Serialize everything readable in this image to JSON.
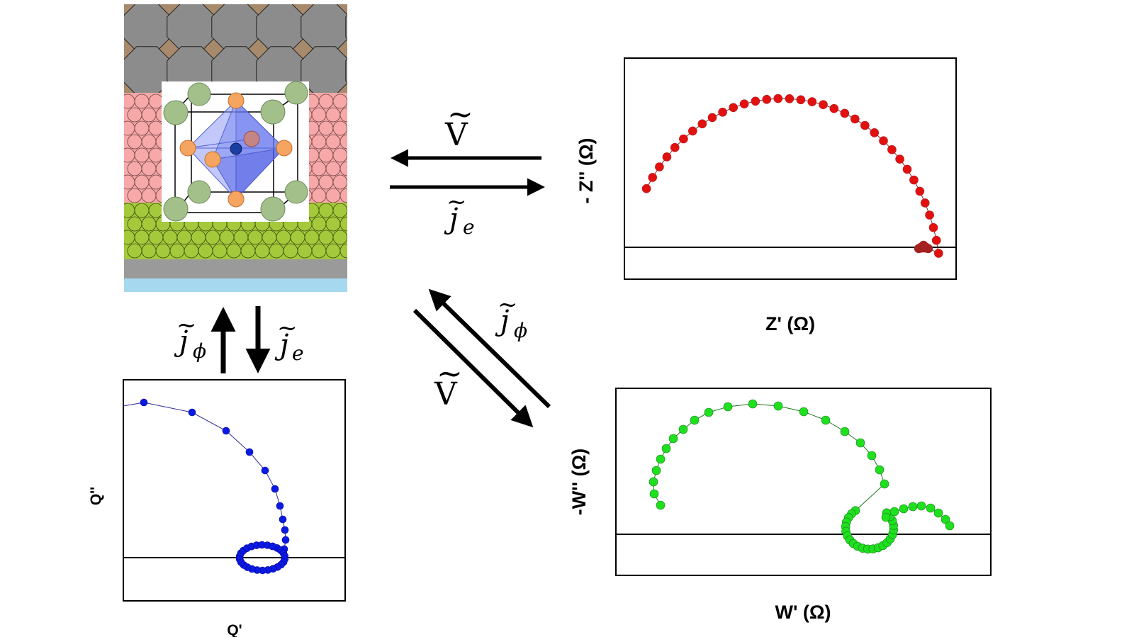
{
  "plots": {
    "z": {
      "xlabel": "Z' (Ω)",
      "ylabel": "- Z'' (Ω)",
      "color": "#e31010",
      "color_dark": "#a52020"
    },
    "w": {
      "xlabel": "W' (Ω)",
      "ylabel": "-W'' (Ω)",
      "color": "#1fe01f",
      "color_dark": "#1a7a1a"
    },
    "q": {
      "xlabel": "Q'",
      "ylabel": "Q''",
      "color": "#0a1ae0",
      "color_dark": "#0000a0"
    }
  },
  "arrows": {
    "top_v": {
      "base": "V",
      "accent": "~"
    },
    "top_j": {
      "base": "j",
      "accent": "~",
      "sub": "e"
    },
    "vert_left": {
      "base": "j",
      "accent": "~",
      "sub": "ϕ"
    },
    "vert_right": {
      "base": "j",
      "accent": "~",
      "sub": "e"
    },
    "diag_j": {
      "base": "j",
      "accent": "~",
      "sub": "ϕ"
    },
    "diag_v": {
      "base": "V",
      "accent": "~"
    }
  },
  "device": {
    "colors": {
      "top_layer": "#a68a6b",
      "hexagons": "#8c8c8c",
      "pink_layer": "#f7a8a8",
      "green_layer": "#a4c93a",
      "gray_layer": "#9a9a9a",
      "blue_layer": "#a6d8ef",
      "a_site": "#a4c08a",
      "x_site": "#f5a560",
      "b_site": "#1a3fa0",
      "octahedron": "#6a78f0"
    }
  }
}
